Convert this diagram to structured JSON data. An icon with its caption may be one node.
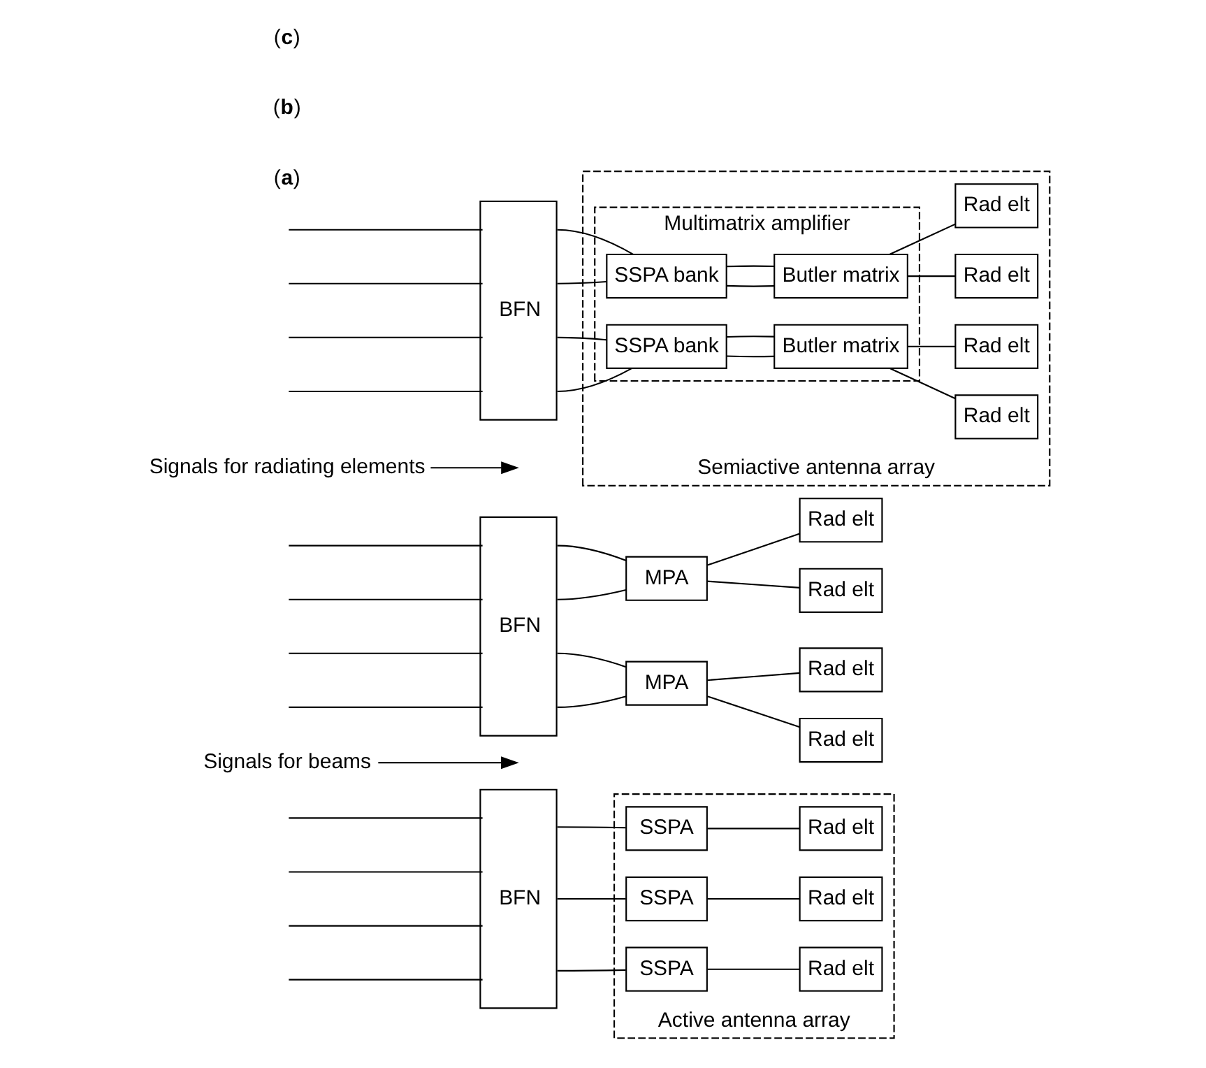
{
  "diagram": {
    "nodes": [
      {
        "text": [
          "BFN"
        ]
      },
      {
        "text": [
          "Active antenna array"
        ]
      },
      {
        "text": [
          "SSPA"
        ],
        "in": 1
      },
      {
        "text": [
          "Rad elt"
        ],
        "in": 1
      },
      {
        "text": [
          "SSPA"
        ],
        "in": 1
      },
      {
        "text": [
          "Rad elt"
        ],
        "in": 1
      },
      {
        "text": [
          "SSPA"
        ],
        "in": 1
      },
      {
        "text": [
          "Rad elt"
        ],
        "in": 1
      },
      {
        "text": [
          "Signals for beams"
        ]
      },
      {
        "text": [
          "BFN"
        ]
      },
      {
        "text": [
          "MPA"
        ]
      },
      {
        "text": [
          "MPA"
        ]
      },
      {
        "text": [
          "Rad elt"
        ]
      },
      {
        "text": [
          "Rad elt"
        ]
      },
      {
        "text": [
          "Rad elt"
        ]
      },
      {
        "text": [
          "Rad elt"
        ]
      },
      {
        "text": [
          "Signals for radiating elements"
        ]
      },
      {
        "text": [
          "BFN"
        ]
      },
      {
        "text": [
          "Semiactive antenna array"
        ]
      },
      {
        "text": [
          "Multimatrix amplifier"
        ],
        "in": 18
      },
      {
        "text": [
          "SSPA bank"
        ],
        "in": 19
      },
      {
        "text": [
          "Butler matrix"
        ],
        "in": 19
      },
      {
        "text": [
          "SSPA bank"
        ],
        "in": 19
      },
      {
        "text": [
          "Butler matrix"
        ],
        "in": 19
      },
      {
        "text": [
          "Rad elt"
        ],
        "in": 18
      },
      {
        "text": [
          "Rad elt"
        ],
        "in": 18
      },
      {
        "text": [
          "Rad elt"
        ],
        "in": 18
      },
      {
        "text": [
          "Rad elt"
        ],
        "in": 18
      }
    ],
    "edges": [
      {
        "from": null,
        "to": 0,
        "arrow": "none"
      },
      {
        "from": null,
        "to": 0,
        "arrow": "none"
      },
      {
        "from": null,
        "to": 0,
        "arrow": "none"
      },
      {
        "from": null,
        "to": 0,
        "arrow": "none"
      },
      {
        "from": 0,
        "to": 2,
        "arrow": "none"
      },
      {
        "from": 0,
        "to": 4,
        "arrow": "none"
      },
      {
        "from": 0,
        "to": 6,
        "arrow": "none"
      },
      {
        "from": 2,
        "to": 3,
        "arrow": "none"
      },
      {
        "from": 4,
        "to": 5,
        "arrow": "none"
      },
      {
        "from": 6,
        "to": 7,
        "arrow": "none"
      },
      {
        "from": 8,
        "to": null,
        "arrow": "to"
      },
      {
        "from": null,
        "to": 9,
        "arrow": "none"
      },
      {
        "from": null,
        "to": 9,
        "arrow": "none"
      },
      {
        "from": null,
        "to": 9,
        "arrow": "none"
      },
      {
        "from": null,
        "to": 9,
        "arrow": "none"
      },
      {
        "from": 9,
        "to": 10,
        "arrow": "none"
      },
      {
        "from": 9,
        "to": 10,
        "arrow": "none"
      },
      {
        "from": 9,
        "to": 11,
        "arrow": "none"
      },
      {
        "from": 9,
        "to": 11,
        "arrow": "none"
      },
      {
        "from": 10,
        "to": 12,
        "arrow": "none"
      },
      {
        "from": 10,
        "to": 13,
        "arrow": "none"
      },
      {
        "from": 11,
        "to": 14,
        "arrow": "none"
      },
      {
        "from": 11,
        "to": 15,
        "arrow": "none"
      },
      {
        "from": 16,
        "to": null,
        "arrow": "to"
      },
      {
        "from": null,
        "to": 17,
        "arrow": "none"
      },
      {
        "from": null,
        "to": 17,
        "arrow": "none"
      },
      {
        "from": null,
        "to": 17,
        "arrow": "none"
      },
      {
        "from": null,
        "to": 17,
        "arrow": "none"
      },
      {
        "from": 17,
        "to": 20,
        "arrow": "none"
      },
      {
        "from": 17,
        "to": 20,
        "arrow": "none"
      },
      {
        "from": 17,
        "to": 22,
        "arrow": "none"
      },
      {
        "from": 17,
        "to": 22,
        "arrow": "none"
      },
      {
        "from": 20,
        "to": 21,
        "arrow": "none"
      },
      {
        "from": 20,
        "to": 21,
        "arrow": "none"
      },
      {
        "from": 22,
        "to": 23,
        "arrow": "none"
      },
      {
        "from": 22,
        "to": 23,
        "arrow": "none"
      },
      {
        "from": 21,
        "to": 24,
        "arrow": "none"
      },
      {
        "from": 21,
        "to": 25,
        "arrow": "none"
      },
      {
        "from": 23,
        "to": 26,
        "arrow": "none"
      },
      {
        "from": 23,
        "to": 27,
        "arrow": "none"
      }
    ],
    "labels": [
      "(**a**)",
      "(**b**)",
      "(**c**)"
    ]
  }
}
